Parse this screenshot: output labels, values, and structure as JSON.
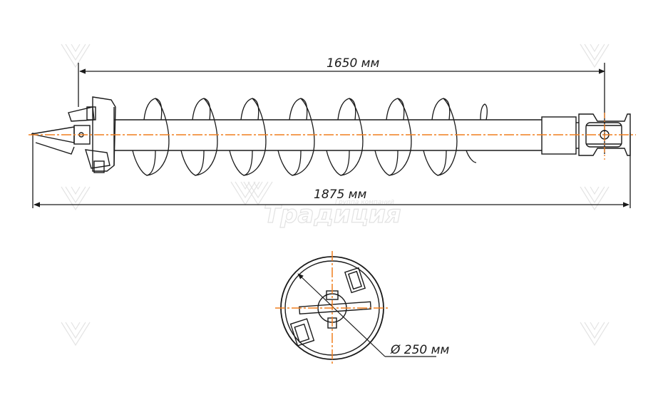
{
  "drawing": {
    "dimension_top": "1650 мм",
    "dimension_bottom": "1875 мм",
    "dimension_diameter": "Ø 250 мм"
  },
  "watermark": {
    "brand": "Традиция",
    "subtitle": "Группа компаний"
  },
  "colors": {
    "line": "#1a1a1a",
    "axis": "#f07e1e",
    "watermark": "#e2e2e2"
  }
}
